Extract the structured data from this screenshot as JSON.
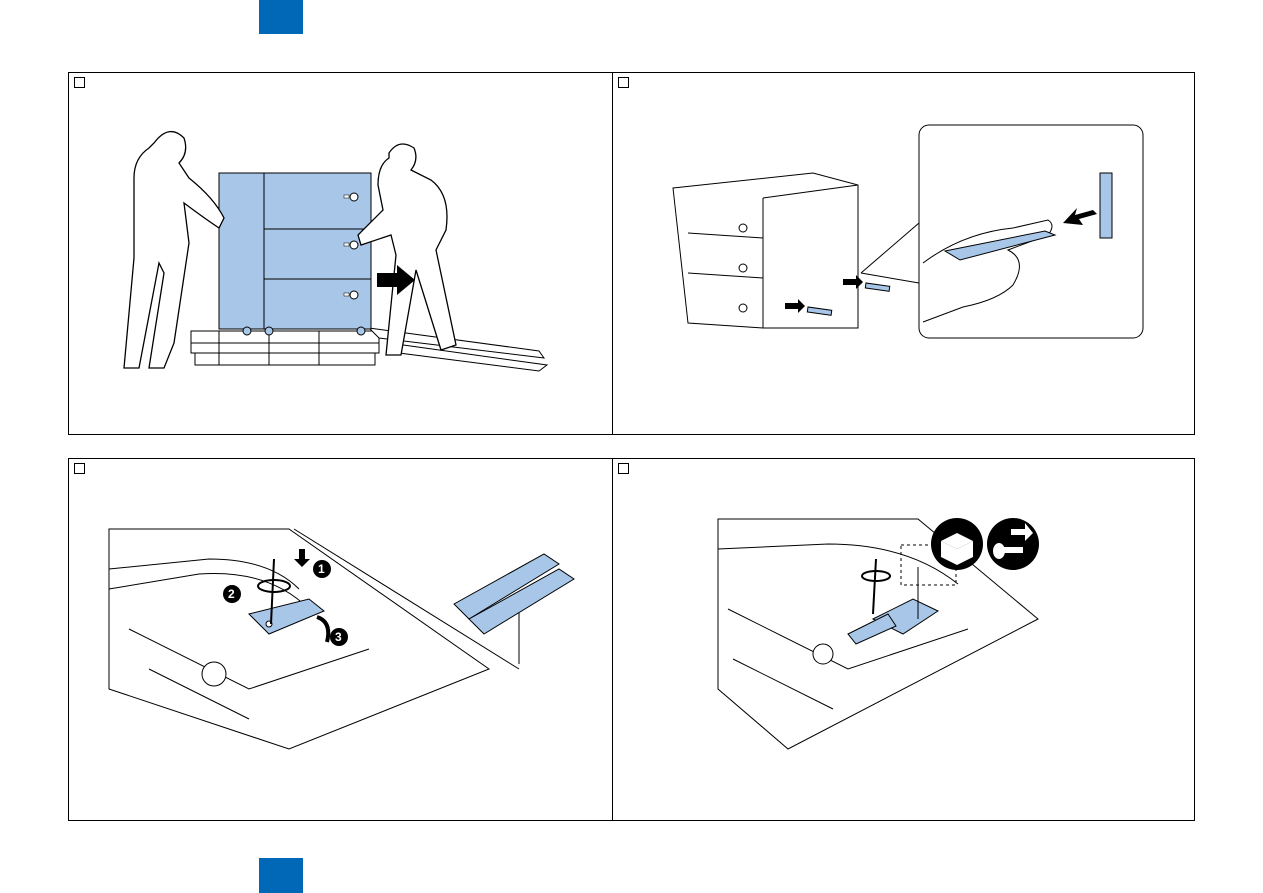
{
  "header": {
    "tab_color": "#0068b7"
  },
  "footer": {
    "tab_color": "#0068b7"
  },
  "accent_color": "#a7c6e8",
  "panels": [
    {
      "id": "step-1",
      "figure": "two-people-moving-unit-off-pallet-slope",
      "icons": [
        "arrow-right-icon"
      ]
    },
    {
      "id": "step-2",
      "figure": "remove-grip-parts-from-side",
      "icons": [
        "magnified-detail-callout",
        "arrow-icon"
      ]
    },
    {
      "id": "step-3",
      "figure": "remove-caster-fixing-plate",
      "callouts": [
        {
          "number": "1"
        },
        {
          "number": "2"
        },
        {
          "number": "3"
        }
      ]
    },
    {
      "id": "step-4",
      "figure": "attach-plate-with-screw",
      "icons": [
        "packed-parts-box-icon",
        "screw-icon"
      ]
    }
  ]
}
